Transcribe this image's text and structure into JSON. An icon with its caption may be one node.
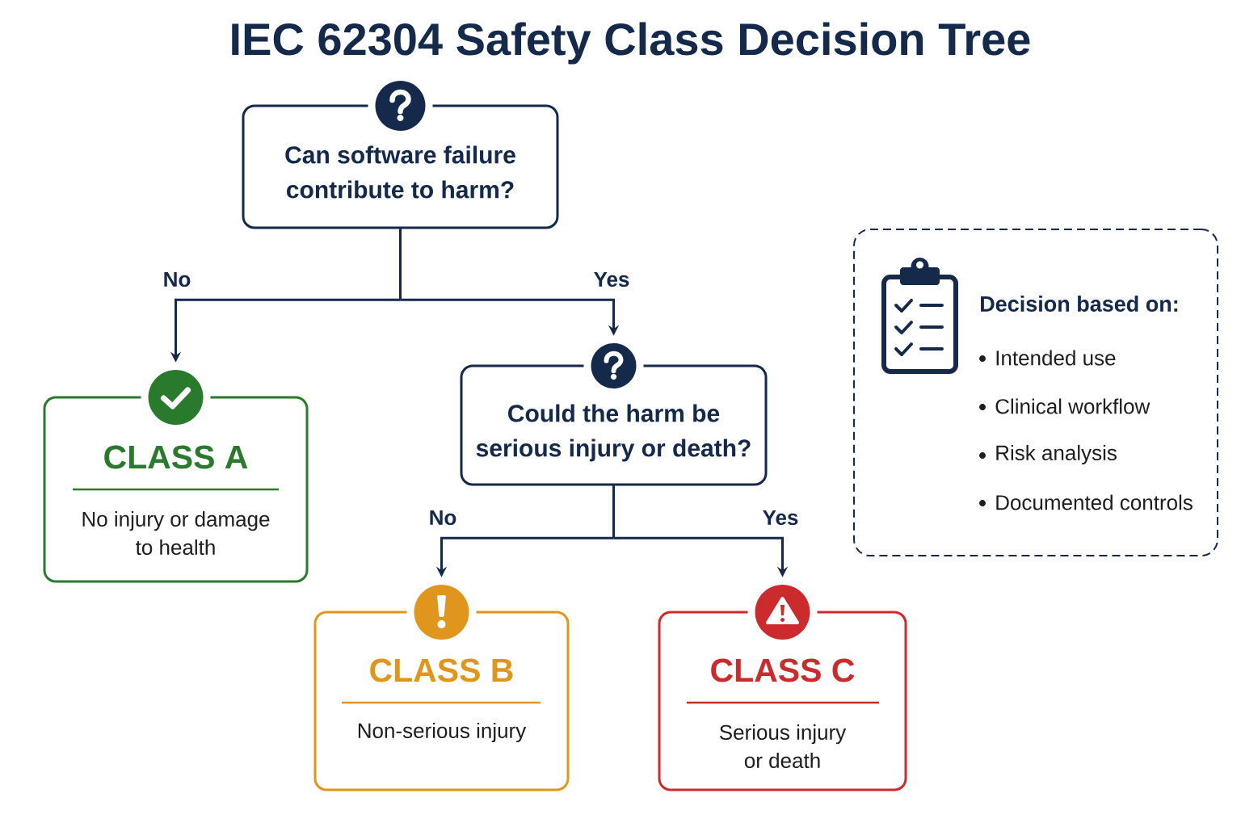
{
  "diagram": {
    "title": "IEC 62304 Safety Class Decision Tree",
    "nodes": [
      {
        "text": [
          "Can software failure contribute to harm?"
        ]
      },
      {
        "text": [
          "CLASS A",
          "No injury or damage to health"
        ]
      },
      {
        "text": [
          "Could the harm be serious injury or death?"
        ]
      },
      {
        "text": [
          "CLASS B",
          "Non-serious injury"
        ]
      },
      {
        "text": [
          "CLASS C",
          "Serious injury or death"
        ]
      },
      {
        "text": [
          "Decision based on:",
          "Intended use",
          "Clinical workflow",
          "Risk analysis",
          "Documented controls"
        ]
      }
    ],
    "edges": [
      {
        "from": 0,
        "to": 1,
        "arrow": "to",
        "label": "No"
      },
      {
        "from": 0,
        "to": 2,
        "arrow": "to",
        "label": "Yes"
      },
      {
        "from": 2,
        "to": 3,
        "arrow": "to",
        "label": "No"
      },
      {
        "from": 2,
        "to": 4,
        "arrow": "to",
        "label": "Yes"
      }
    ]
  }
}
